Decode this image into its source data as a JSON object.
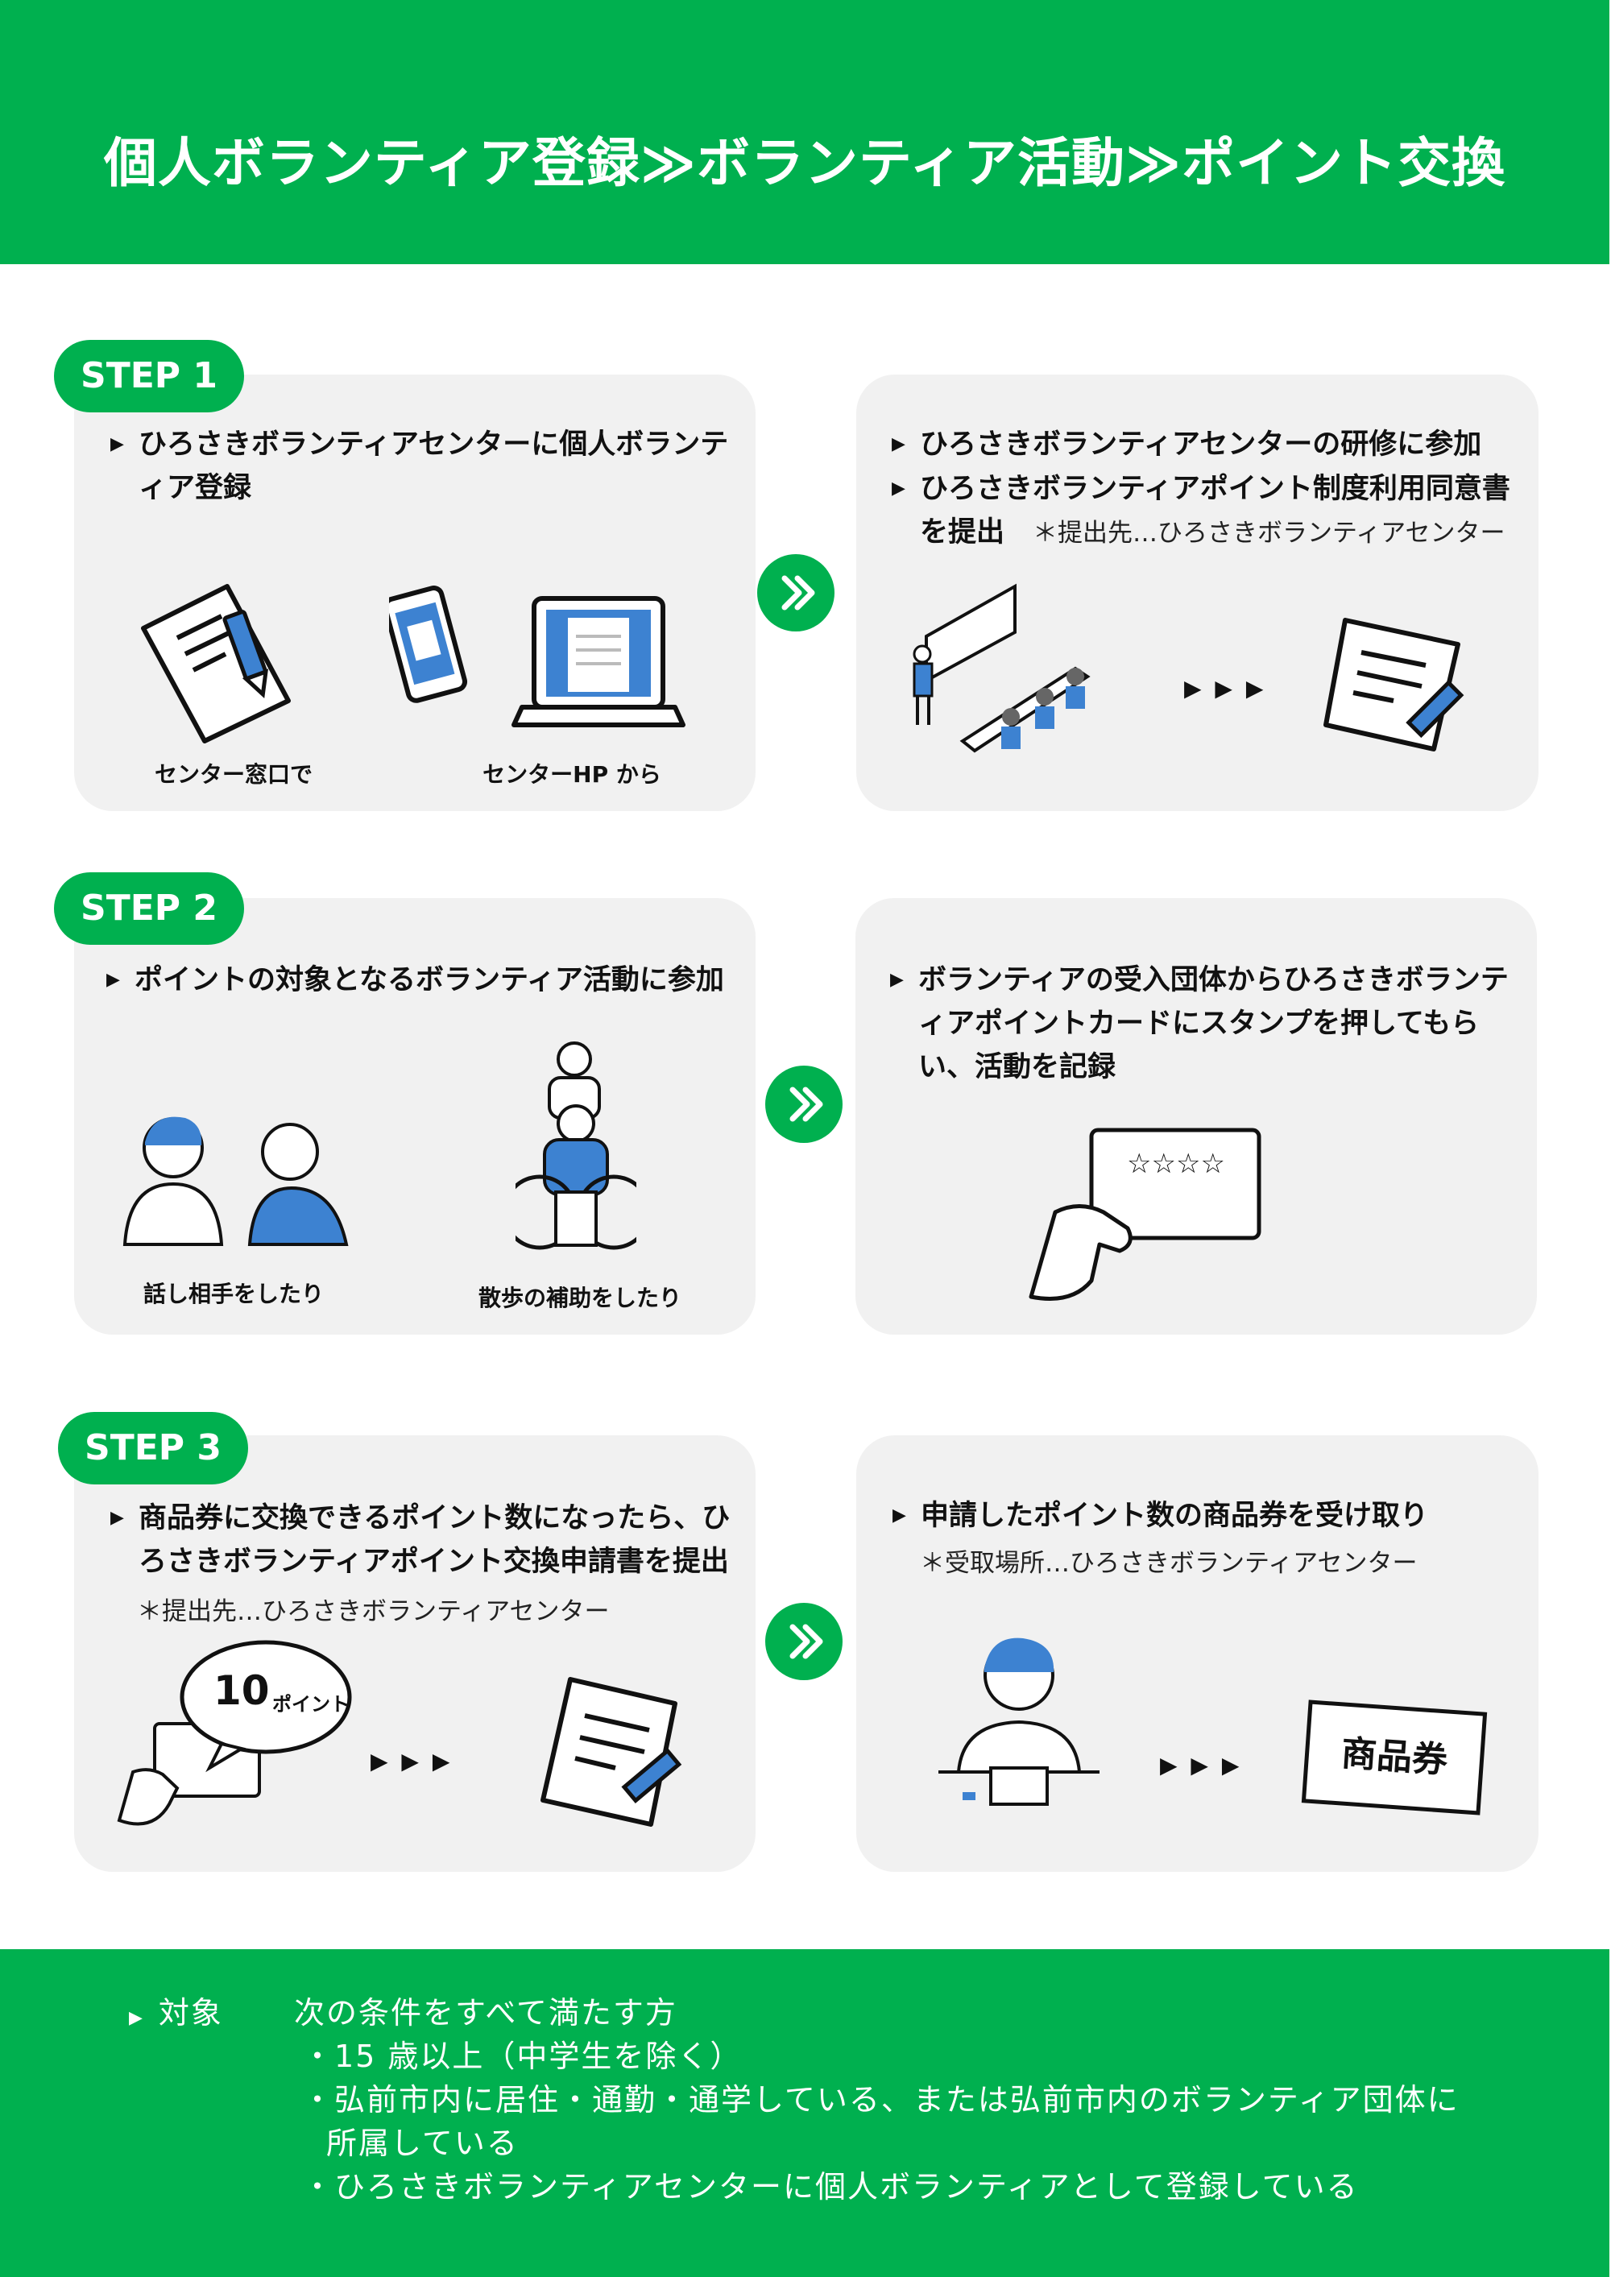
{
  "header": {
    "title": "個人ボランティア登録≫ボランティア活動≫ポイント交換"
  },
  "steps": [
    {
      "label": "STEP 1",
      "left": {
        "bullets": [
          "ひろさきボランティアセンターに個人ボランティア登録"
        ],
        "captions": [
          "センター窓口で",
          "センターHP から"
        ]
      },
      "right": {
        "bullets": [
          "ひろさきボランティアセンターの研修に参加",
          "ひろさきボランティアポイント制度利用同意書を提出"
        ],
        "note": "＊提出先…ひろさきボランティアセンター"
      }
    },
    {
      "label": "STEP 2",
      "left": {
        "bullets": [
          "ポイントの対象となるボランティア活動に参加"
        ],
        "captions": [
          "話し相手をしたり",
          "散歩の補助をしたり"
        ]
      },
      "right": {
        "bullets": [
          "ボランティアの受入団体からひろさきボランティアポイントカードにスタンプを押してもらい、活動を記録"
        ],
        "card_stars": "☆☆☆☆"
      }
    },
    {
      "label": "STEP 3",
      "left": {
        "bullets": [
          "商品券に交換できるポイント数になったら、ひろさきボランティアポイント交換申請書を提出"
        ],
        "note": "＊提出先…ひろさきボランティアセンター",
        "bubble_number": "10",
        "bubble_unit": "ポイント"
      },
      "right": {
        "bullets": [
          "申請したポイント数の商品券を受け取り"
        ],
        "note": "＊受取場所…ひろさきボランティアセンター",
        "voucher": "商品券"
      }
    }
  ],
  "flow_marker": "▶ ▶ ▶",
  "footer": {
    "label": "対象",
    "intro": "次の条件をすべて満たす方",
    "conditions": [
      "・15 歳以上（中学生を除く）",
      "・弘前市内に居住・通勤・通学している、または弘前市内のボランティア団体に",
      "所属している",
      "・ひろさきボランティアセンターに個人ボランティアとして登録している"
    ]
  },
  "colors": {
    "brand_green": "#00b04f",
    "panel_gray": "#f1f1f1",
    "illustration_blue": "#3d82d1"
  }
}
